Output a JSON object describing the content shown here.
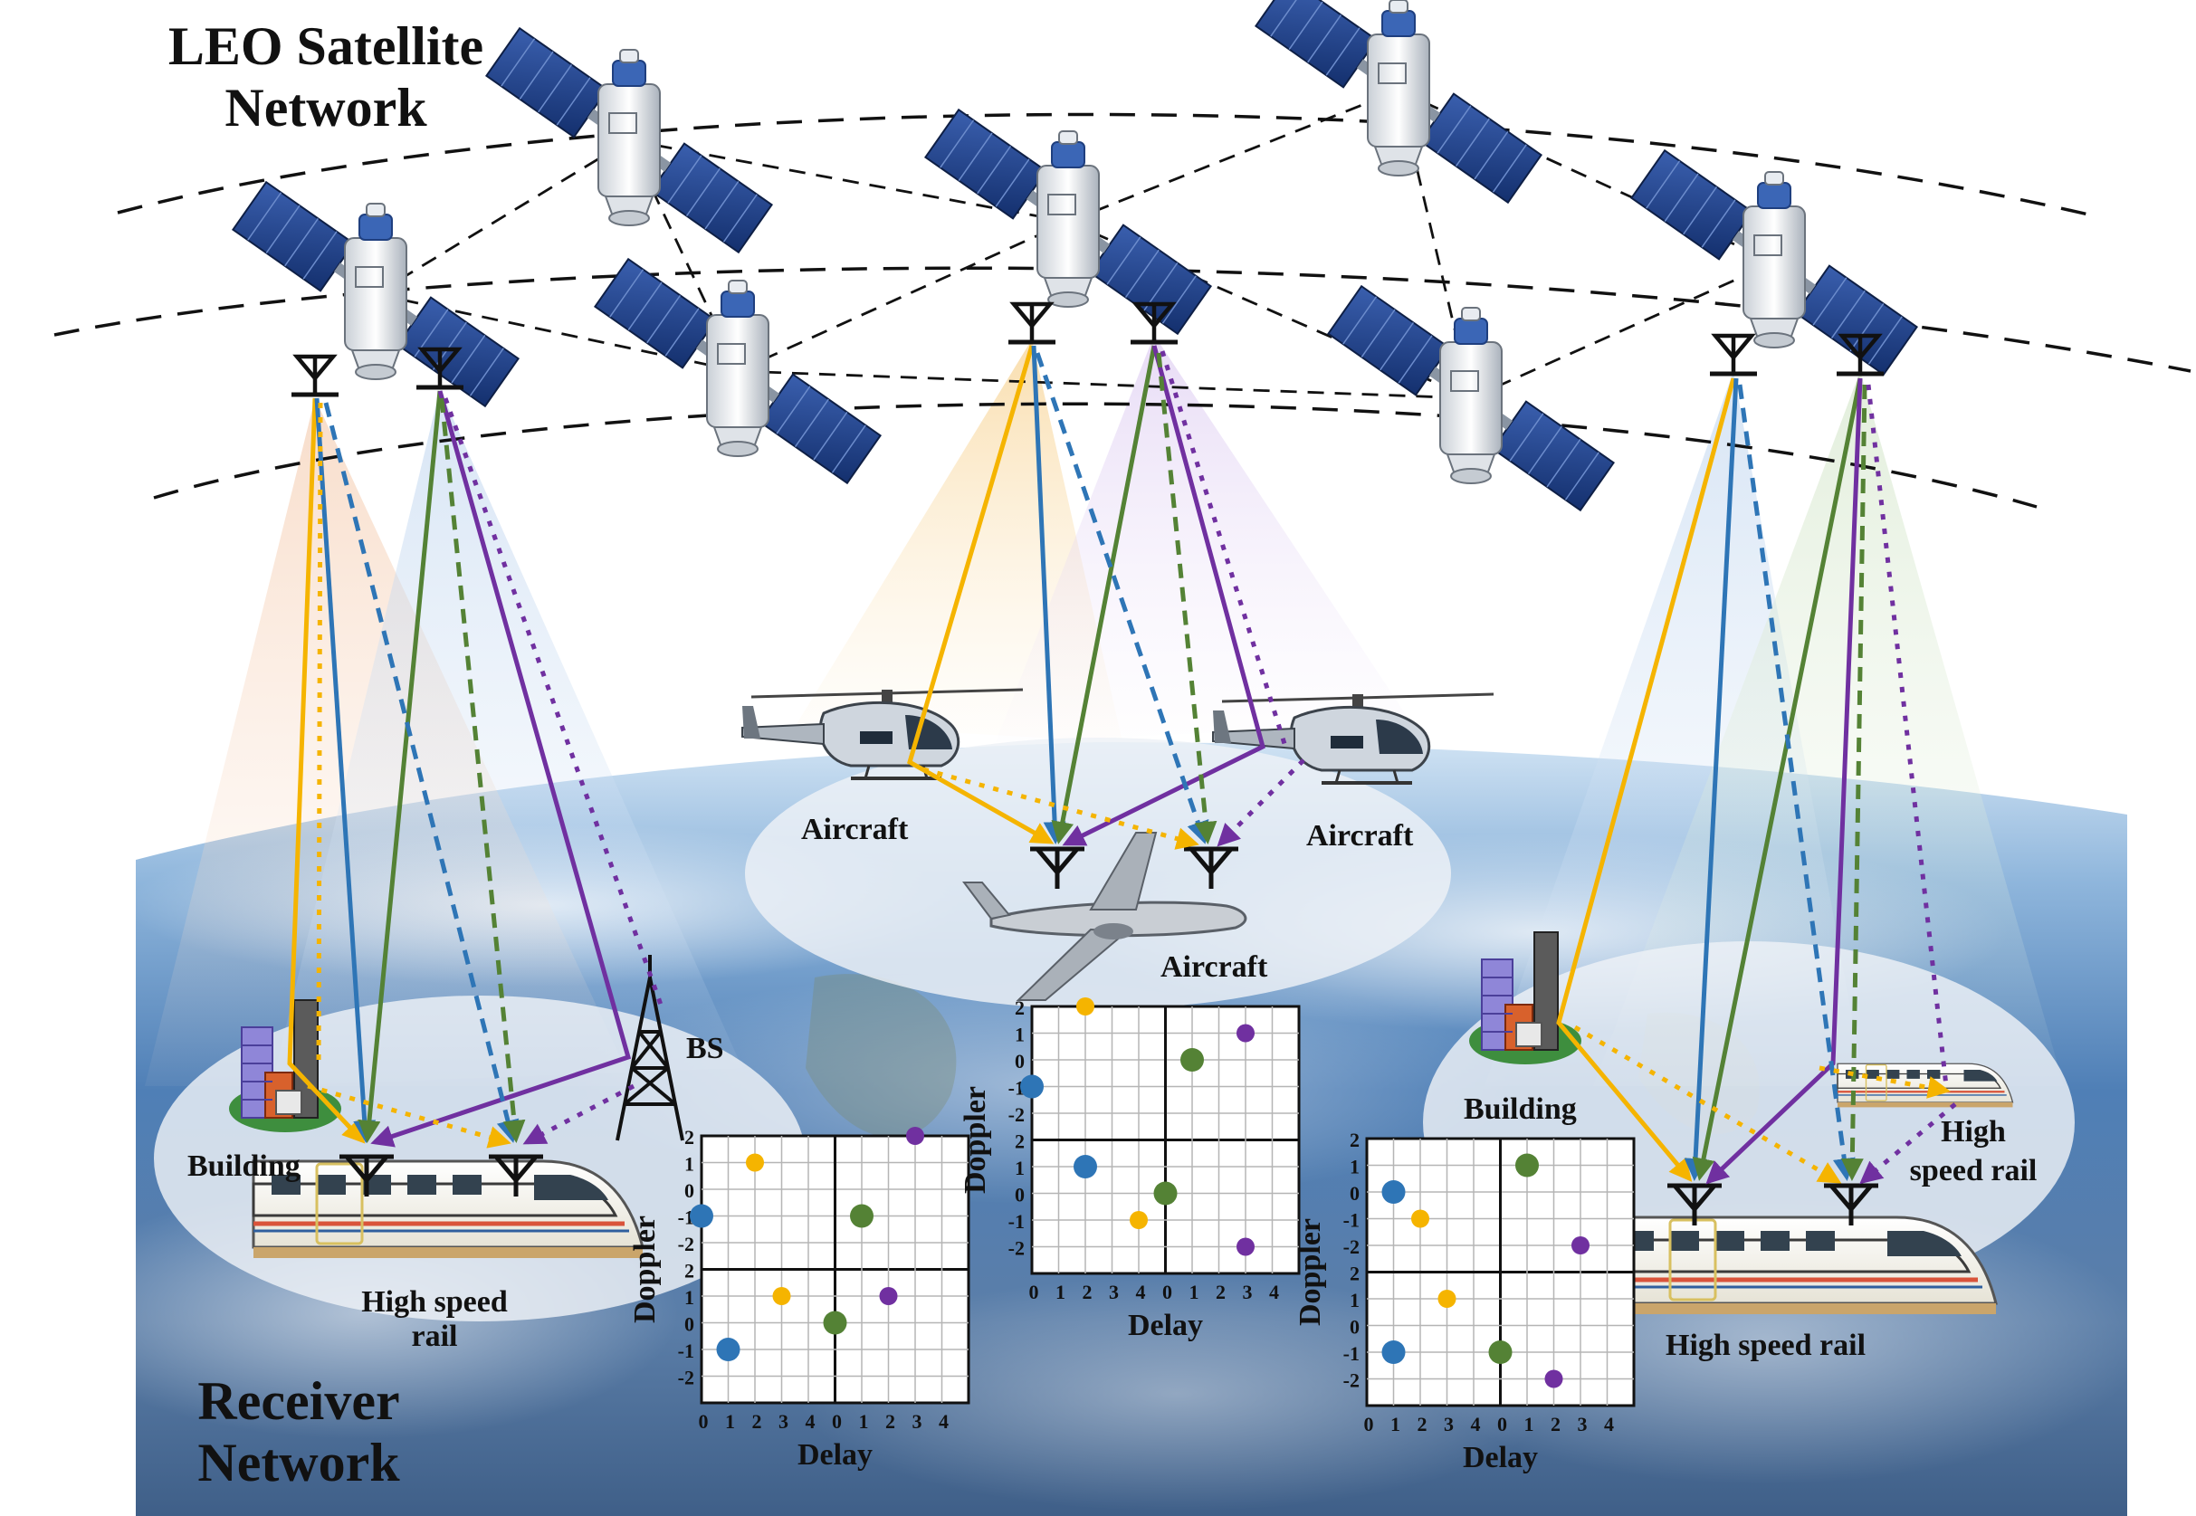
{
  "title": "LEO Satellite Network",
  "title_lines": [
    "LEO Satellite",
    "Network"
  ],
  "receiver_title_lines": [
    "Receiver",
    "Network"
  ],
  "labels": {
    "building_left": "Building",
    "building_right": "Building",
    "bs": "BS",
    "hsr_left": [
      "High speed",
      "rail"
    ],
    "hsr_right_top": [
      "High",
      "speed rail"
    ],
    "hsr_right_bottom": "High speed rail",
    "aircraft_left": "Aircraft",
    "aircraft_right": "Aircraft",
    "aircraft_plane": "Aircraft"
  },
  "colors": {
    "yellow": "#f5b400",
    "blue": "#2e75b6",
    "green": "#548235",
    "purple": "#7030a0",
    "earth_sky": "#5a8fc9",
    "ellipse": "#e8eef5"
  },
  "icons": [
    "satellite-icon",
    "antenna-icon",
    "helicopter-icon",
    "airplane-icon",
    "train-icon",
    "building-icon",
    "tower-icon"
  ],
  "chart_data": [
    {
      "type": "scatter",
      "name": "delay-doppler-left",
      "xlabel": "Delay",
      "ylabel": "Doppler",
      "x_ticks": [
        "0",
        "1",
        "2",
        "3",
        "4",
        "0",
        "1",
        "2",
        "3",
        "4"
      ],
      "y_ticks": [
        "2",
        "1",
        "0",
        "-1",
        "-2",
        "2",
        "1",
        "0",
        "-1",
        "-2"
      ],
      "points": [
        {
          "x": 2,
          "y": 1,
          "color": "yellow",
          "block": "top-left"
        },
        {
          "x": 0,
          "y": -1,
          "color": "blue",
          "block": "top-left"
        },
        {
          "x": 1,
          "y": -1,
          "color": "green",
          "block": "top-right"
        },
        {
          "x": 3,
          "y": 2,
          "color": "purple",
          "block": "top-right"
        },
        {
          "x": 3,
          "y": 1,
          "color": "yellow",
          "block": "bottom-left"
        },
        {
          "x": 1,
          "y": -1,
          "color": "blue",
          "block": "bottom-left"
        },
        {
          "x": 0,
          "y": 0,
          "color": "green",
          "block": "bottom-right"
        },
        {
          "x": 2,
          "y": 1,
          "color": "purple",
          "block": "bottom-right"
        }
      ]
    },
    {
      "type": "scatter",
      "name": "delay-doppler-center",
      "xlabel": "Delay",
      "ylabel": "Doppler",
      "x_ticks": [
        "0",
        "1",
        "2",
        "3",
        "4",
        "0",
        "1",
        "2",
        "3",
        "4"
      ],
      "y_ticks": [
        "2",
        "1",
        "0",
        "-1",
        "-2",
        "2",
        "1",
        "0",
        "-1",
        "-2"
      ],
      "points": [
        {
          "x": 2,
          "y": 2,
          "color": "yellow",
          "block": "top-left"
        },
        {
          "x": 0,
          "y": -1,
          "color": "blue",
          "block": "top-left"
        },
        {
          "x": 1,
          "y": 0,
          "color": "green",
          "block": "top-right"
        },
        {
          "x": 3,
          "y": 1,
          "color": "purple",
          "block": "top-right"
        },
        {
          "x": 2,
          "y": 1,
          "color": "blue",
          "block": "bottom-left"
        },
        {
          "x": 4,
          "y": -1,
          "color": "yellow",
          "block": "bottom-left"
        },
        {
          "x": 0,
          "y": 0,
          "color": "green",
          "block": "bottom-right"
        },
        {
          "x": 3,
          "y": -2,
          "color": "purple",
          "block": "bottom-right"
        }
      ]
    },
    {
      "type": "scatter",
      "name": "delay-doppler-right",
      "xlabel": "Delay",
      "ylabel": "Doppler",
      "x_ticks": [
        "0",
        "1",
        "2",
        "3",
        "4",
        "0",
        "1",
        "2",
        "3",
        "4"
      ],
      "y_ticks": [
        "2",
        "1",
        "0",
        "-1",
        "-2",
        "2",
        "1",
        "0",
        "-1",
        "-2"
      ],
      "points": [
        {
          "x": 1,
          "y": 0,
          "color": "blue",
          "block": "top-left"
        },
        {
          "x": 2,
          "y": -1,
          "color": "yellow",
          "block": "top-left"
        },
        {
          "x": 1,
          "y": 1,
          "color": "green",
          "block": "top-right"
        },
        {
          "x": 3,
          "y": -2,
          "color": "purple",
          "block": "top-right"
        },
        {
          "x": 3,
          "y": 1,
          "color": "yellow",
          "block": "bottom-left"
        },
        {
          "x": 1,
          "y": -1,
          "color": "blue",
          "block": "bottom-left"
        },
        {
          "x": 0,
          "y": -1,
          "color": "green",
          "block": "bottom-right"
        },
        {
          "x": 2,
          "y": -2,
          "color": "purple",
          "block": "bottom-right"
        }
      ]
    }
  ]
}
